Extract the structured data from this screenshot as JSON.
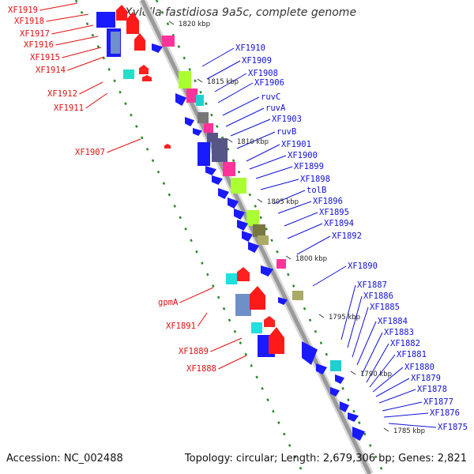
{
  "title": "Xylella fastidiosa 9a5c, complete genome",
  "footer": {
    "accession": "Accession: NC_002488",
    "topology": "Topology: circular; Length: 2,679,306 bp; Genes: 2,821"
  },
  "colors": {
    "forward_label": "#e01010",
    "reverse_label": "#1010d8",
    "backbone": "#9a9a9a",
    "dots": "#2a8a2a"
  },
  "forward_labels": [
    "XF1919",
    "XF1918",
    "XF1917",
    "XF1916",
    "XF1915",
    "XF1914",
    "XF1912",
    "XF1911",
    "XF1907",
    "gpmA",
    "XF1891",
    "XF1889",
    "XF1888"
  ],
  "reverse_labels": [
    "XF1910",
    "XF1909",
    "XF1908",
    "XF1906",
    "ruvC",
    "ruvA",
    "XF1903",
    "ruvB",
    "XF1901",
    "XF1900",
    "XF1899",
    "XF1898",
    "tolB",
    "XF1896",
    "XF1895",
    "XF1894",
    "XF1892",
    "XF1890",
    "XF1887",
    "XF1886",
    "XF1885",
    "XF1884",
    "XF1883",
    "XF1882",
    "XF1881",
    "XF1880",
    "XF1879",
    "XF1878",
    "XF1877",
    "XF1876",
    "XF1875"
  ],
  "ticks": [
    "1820 kbp",
    "1815 kbp",
    "1810 kbp",
    "1805 kbp",
    "1800 kbp",
    "1795 kbp",
    "1790 kbp",
    "1785 kbp"
  ]
}
